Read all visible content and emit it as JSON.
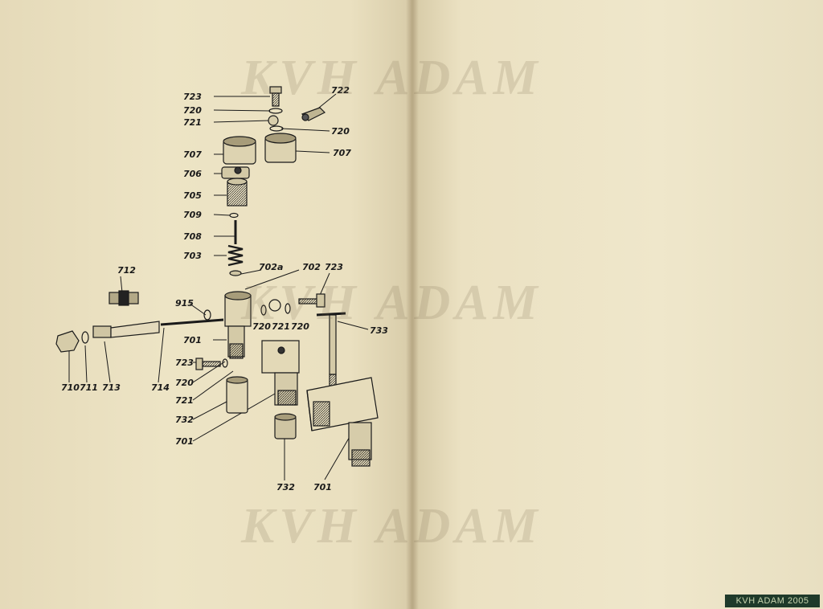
{
  "watermark": {
    "text": "KVH ADAM"
  },
  "corner_stamp": {
    "text": "KVH ADAM 2005"
  },
  "callouts": {
    "c723a": "723",
    "c722": "722",
    "c720a": "720",
    "c721a": "721",
    "c720b": "720",
    "c707a": "707",
    "c707b": "707",
    "c706": "706",
    "c705": "705",
    "c709": "709",
    "c708": "708",
    "c703": "703",
    "c702a": "702a",
    "c702": "702",
    "c723b": "723",
    "c712": "712",
    "c915": "915",
    "c720c": "720",
    "c721b": "721",
    "c720d": "720",
    "c733": "733",
    "c701a": "701",
    "c723c": "723",
    "c720e": "720",
    "c721c": "721",
    "c732a": "732",
    "c701b": "701",
    "c732b": "732",
    "c701c": "701",
    "c710": "710",
    "c711": "711",
    "c713": "713",
    "c714": "714"
  },
  "colors": {
    "paper": "#ebe1c2",
    "ink": "#1a1a1a",
    "stamp_bg": "#1f3a2a"
  }
}
